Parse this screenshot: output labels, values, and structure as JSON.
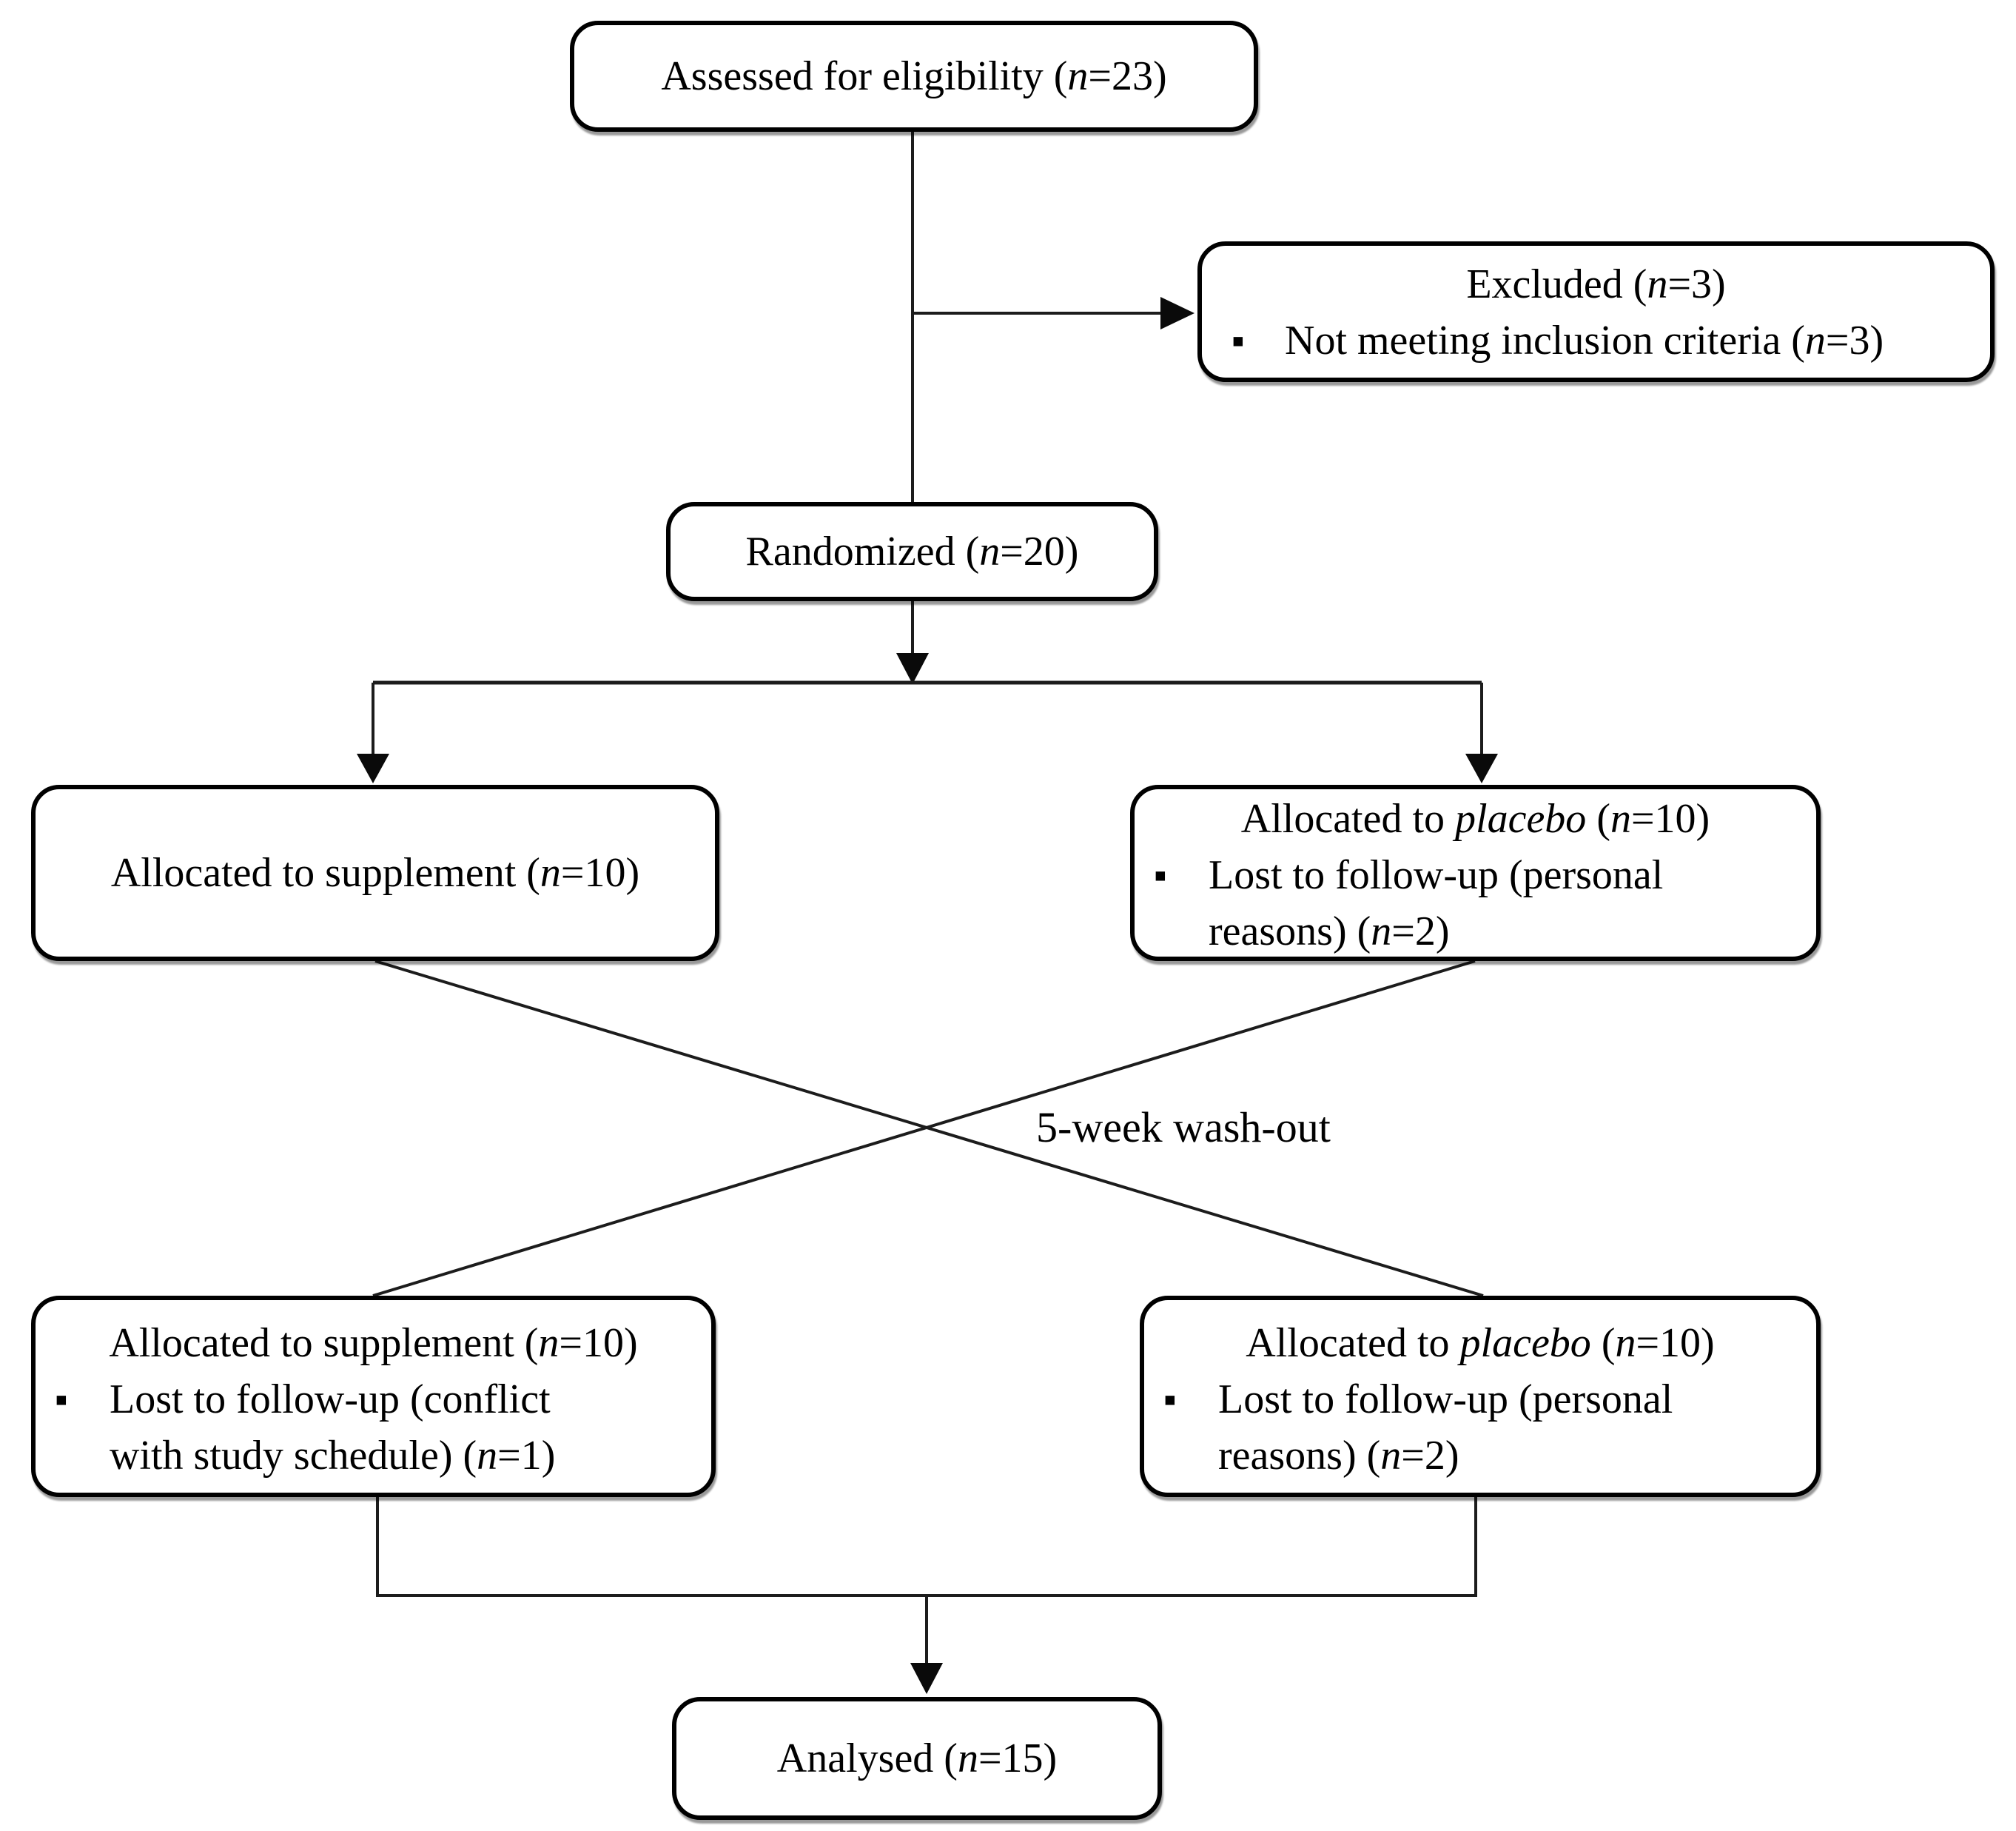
{
  "colors": {
    "background": "#ffffff",
    "box_border": "#000000",
    "line_color": "#1c1c1c",
    "text_color": "#000000"
  },
  "boxes": {
    "assessed": {
      "seg1": "Assessed for eligibility (",
      "n": "n",
      "seg2": "=23)"
    },
    "excluded": {
      "title_seg1": "Excluded (",
      "title_n": "n",
      "title_seg2": "=3)",
      "bullet": "▪",
      "item_seg1": "Not meeting inclusion criteria (",
      "item_n": "n",
      "item_seg2": "=3)"
    },
    "randomized": {
      "seg1": "Randomized (",
      "n": "n",
      "seg2": "=20)"
    },
    "supplement_period1": {
      "seg1": "Allocated to supplement (",
      "n": "n",
      "seg2": "=10)"
    },
    "placebo_period1": {
      "title_seg1": "Allocated to ",
      "drug": "placebo",
      "title_seg2": " (",
      "title_n": "n",
      "title_seg3": "=10)",
      "bullet": "▪",
      "item_line1": "Lost to follow-up (personal",
      "item_line2_seg1": "reasons) (",
      "item_line2_n": "n",
      "item_line2_seg2": "=2)"
    },
    "supplement_period2": {
      "title_seg1": "Allocated to supplement (",
      "title_n": "n",
      "title_seg2": "=10)",
      "bullet": "▪",
      "item_line1": "Lost to follow-up (conflict",
      "item_line2_seg1": "with study schedule) (",
      "item_line2_n": "n",
      "item_line2_seg2": "=1)"
    },
    "placebo_period2": {
      "title_seg1": "Allocated to ",
      "drug": "placebo",
      "title_seg2": " (",
      "title_n": "n",
      "title_seg3": "=10)",
      "bullet": "▪",
      "item_line1": "Lost to follow-up (personal",
      "item_line2_seg1": "reasons) (",
      "item_line2_n": "n",
      "item_line2_seg2": "=2)"
    },
    "analysed": {
      "seg1": "Analysed (",
      "n": "n",
      "seg2": "=15)"
    }
  },
  "labels": {
    "washout": "5-week wash-out"
  }
}
